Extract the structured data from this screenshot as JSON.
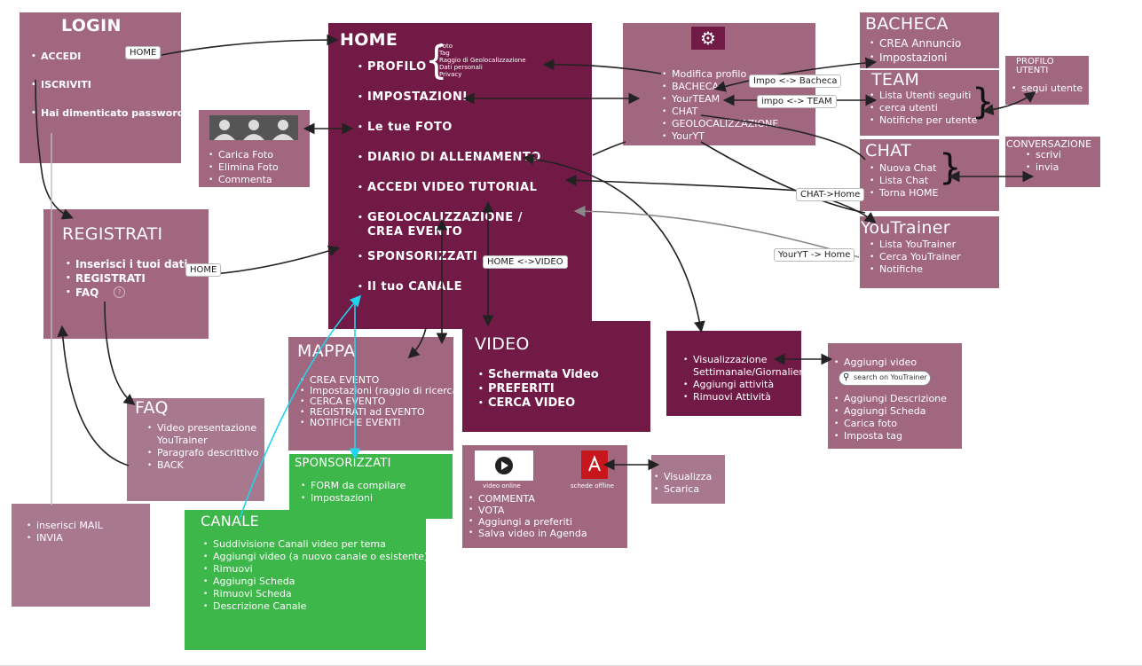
{
  "login": {
    "title": "LOGIN",
    "items": [
      "ACCEDI",
      "ISCRIVITI",
      "Hai dimenticato password"
    ]
  },
  "home": {
    "title": "HOME",
    "items": [
      "PROFILO",
      "IMPOSTAZIONI",
      "Le tue FOTO",
      "DIARIO DI ALLENAMENTO",
      "ACCEDI VIDEO TUTORIAL",
      "GEOLOCALIZZAZIONE / CREA EVENTO",
      "SPONSORIZZATI",
      "Il tuo CANALE"
    ],
    "profilo_sub": [
      "Foto",
      "Tag",
      "Raggio di Geolocalizzazione",
      "Dati personali",
      "Privacy"
    ]
  },
  "foto": {
    "items": [
      "Carica Foto",
      "Elimina Foto",
      "Commenta"
    ]
  },
  "registrati": {
    "title": "REGISTRATI",
    "items": [
      "Inserisci i tuoi dati",
      "REGISTRATI",
      "FAQ"
    ]
  },
  "faq": {
    "title": "FAQ",
    "items": [
      "Video presentazione YouTrainer",
      "Paragrafo descrittivo",
      "BACK"
    ]
  },
  "mail": {
    "items": [
      "inserisci MAIL",
      "INVIA"
    ]
  },
  "mappa": {
    "title": "MAPPA",
    "items": [
      "CREA EVENTO",
      "Impostazioni (raggio di ricerca)",
      "CERCA EVENTO",
      "REGISTRATI ad EVENTO",
      "NOTIFICHE EVENTI"
    ]
  },
  "video": {
    "title": "VIDEO",
    "items": [
      "Schermata Video",
      "PREFERITI",
      "CERCA VIDEO"
    ]
  },
  "sponsorizzati": {
    "title": "SPONSORIZZATI",
    "items": [
      "FORM da compilare",
      "Impostazioni"
    ]
  },
  "canale": {
    "title": "CANALE",
    "items": [
      "Suddivisione Canali video per tema",
      "Aggiungi video (a nuovo canale o esistente)",
      "Rimuovi",
      "Aggiungi Scheda",
      "Rimuovi Scheda",
      "Descrizione Canale"
    ]
  },
  "player": {
    "video_online": "video online",
    "schede_offline": "schede offline",
    "items": [
      "COMMENTA",
      "VOTA",
      "Aggiungi a preferiti",
      "Salva video in Agenda"
    ]
  },
  "visualizza": {
    "items": [
      "Visualizza",
      "Scarica"
    ]
  },
  "settings": {
    "items": [
      "Modifica profilo",
      "BACHECA",
      "YourTEAM",
      "CHAT",
      "GEOLOCALIZZAZIONE",
      "YourYT"
    ]
  },
  "bacheca": {
    "title": "BACHECA",
    "items": [
      "CREA Annuncio",
      "Impostazioni"
    ]
  },
  "team": {
    "title": "TEAM",
    "items": [
      "Lista Utenti seguiti",
      "cerca utenti",
      "Notifiche per utente"
    ]
  },
  "profilo_utenti": {
    "title": "PROFILO UTENTI",
    "items": [
      "segui utente"
    ]
  },
  "chat": {
    "title": "CHAT",
    "items": [
      "Nuova Chat",
      "Lista Chat",
      "Torna HOME"
    ]
  },
  "conversazione": {
    "title": "CONVERSAZIONE",
    "items": [
      "scrivi",
      "invia"
    ]
  },
  "youtrainer": {
    "title": "YouTrainer",
    "items": [
      "Lista YouTrainer",
      "Cerca YouTrainer",
      "Notifiche"
    ]
  },
  "diario": {
    "items": [
      "Visualizzazione Settimanale/Giornaliera",
      "Aggiungi attività",
      "Rimuovi Attività"
    ]
  },
  "aggiungi": {
    "items_top": [
      "Aggiungi video"
    ],
    "search_placeholder": "search on YouTrainer",
    "items": [
      "Aggiungi Descrizione",
      "Aggiungi Scheda",
      "Carica foto",
      "Imposta tag"
    ]
  },
  "labels": {
    "home1": "HOME",
    "home2": "HOME",
    "home_video": "HOME <->VIDEO",
    "impo_bacheca": "Impo <-> Bacheca",
    "impo_team": "impo <-> TEAM",
    "chat_home": "CHAT->Home",
    "youryt_home": "YourYT -> Home"
  },
  "colors": {
    "mauve": "#a0677f",
    "dark": "#701a45",
    "green": "#3db64a"
  }
}
